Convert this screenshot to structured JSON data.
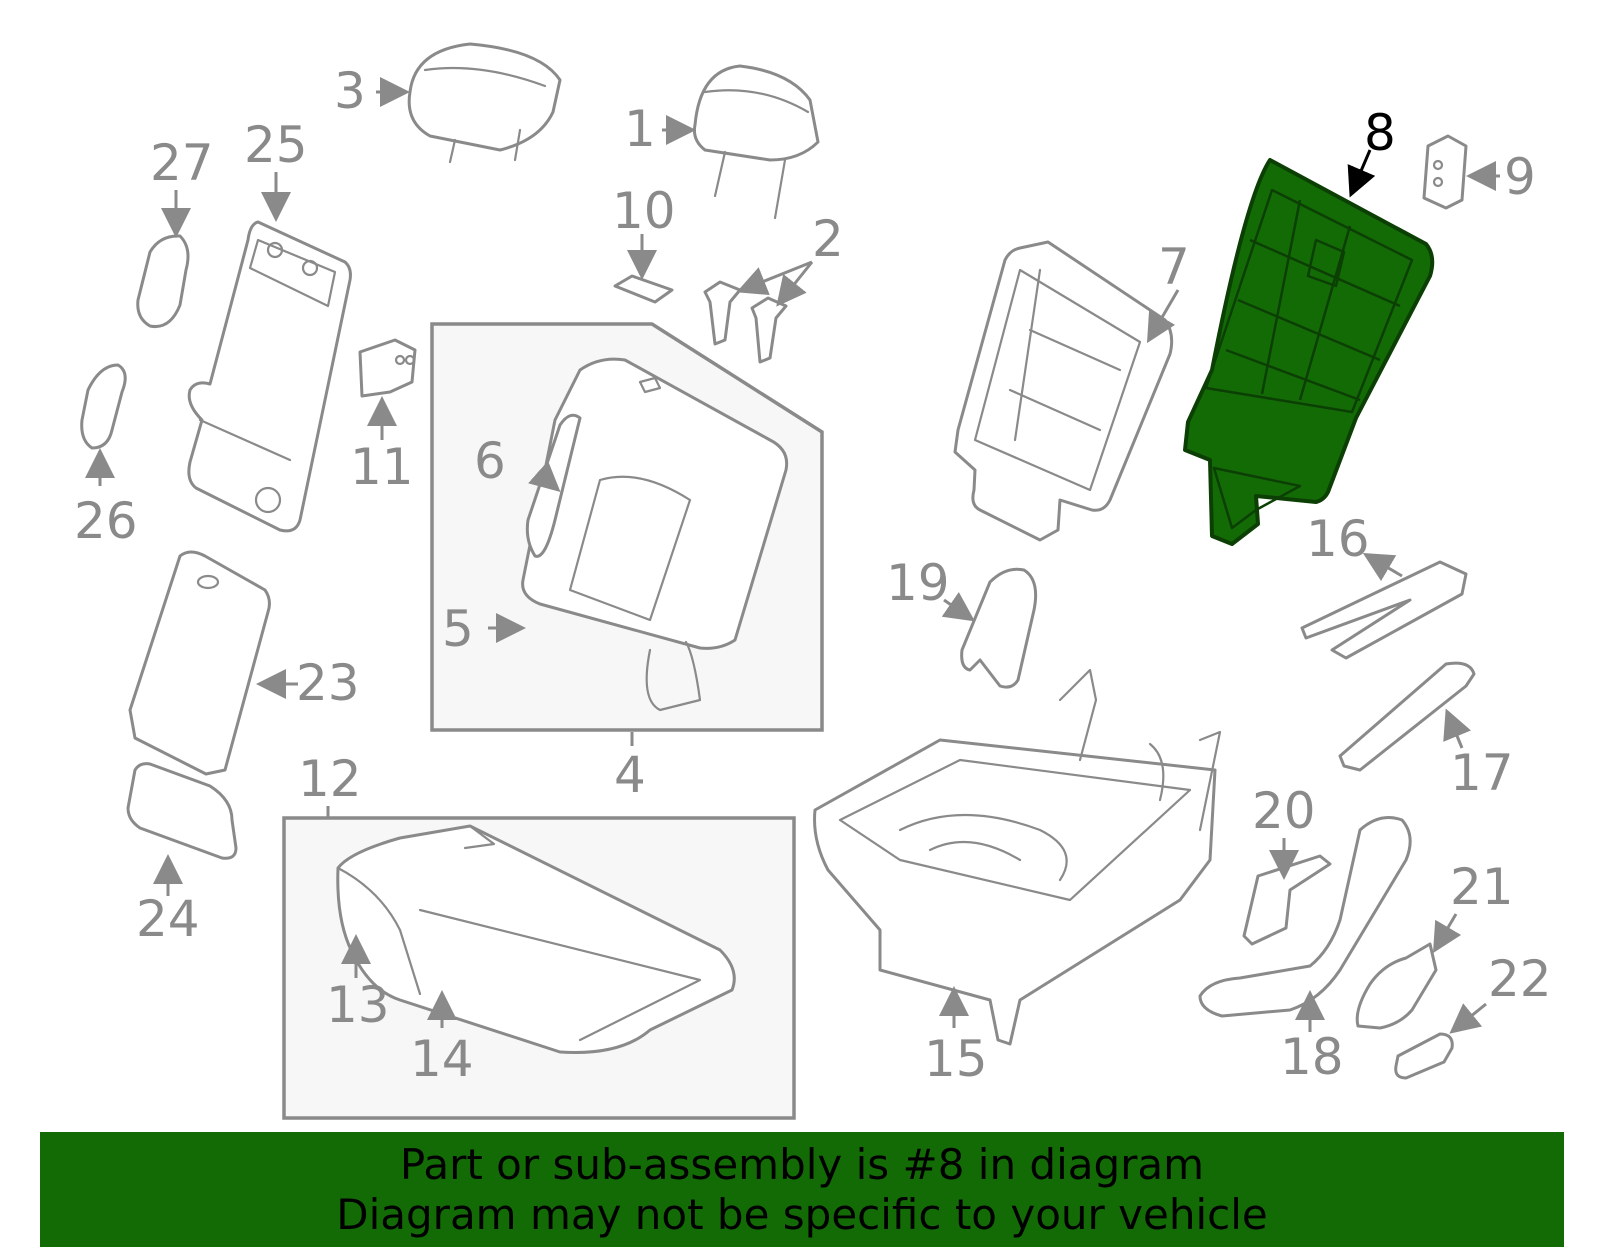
{
  "diagram": {
    "selected_part": "8",
    "highlight_color": "#136b06",
    "callouts": [
      "1",
      "2",
      "3",
      "4",
      "5",
      "6",
      "7",
      "8",
      "9",
      "10",
      "11",
      "12",
      "13",
      "14",
      "15",
      "16",
      "17",
      "18",
      "19",
      "20",
      "21",
      "22",
      "23",
      "24",
      "25",
      "26",
      "27"
    ]
  },
  "banner": {
    "line1": "Part or sub-assembly is #8 in diagram",
    "line2": "Diagram may not be specific to your vehicle",
    "background": "#136b06"
  }
}
